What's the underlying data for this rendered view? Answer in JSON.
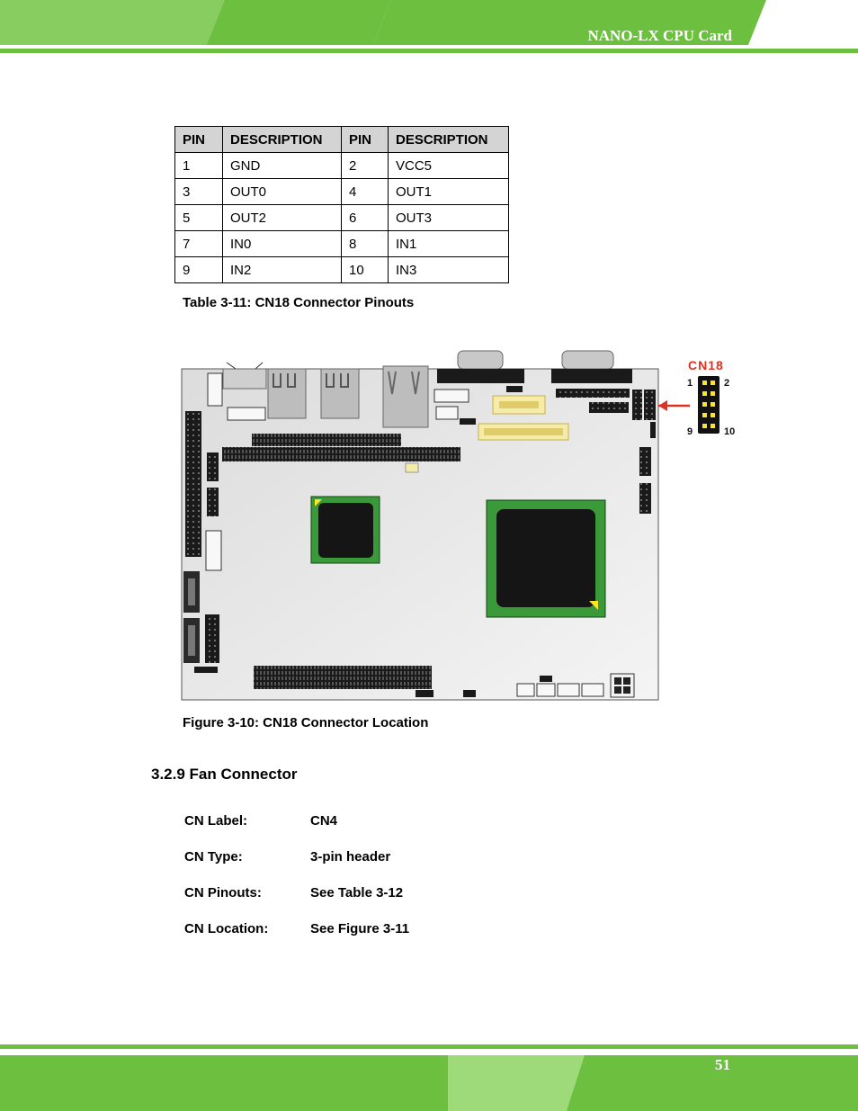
{
  "header": {
    "title": "NANO-LX CPU Card"
  },
  "pin_table": {
    "headers": [
      "PIN",
      "DESCRIPTION",
      "PIN",
      "DESCRIPTION"
    ],
    "rows": [
      [
        "1",
        "GND",
        "2",
        "VCC5"
      ],
      [
        "3",
        "OUT0",
        "4",
        "OUT1"
      ],
      [
        "5",
        "OUT2",
        "6",
        "OUT3"
      ],
      [
        "7",
        "IN0",
        "8",
        "IN1"
      ],
      [
        "9",
        "IN2",
        "10",
        "IN3"
      ]
    ],
    "caption": "Table 3-11: CN18 Connector Pinouts"
  },
  "figure": {
    "callout_label": "CN18",
    "pin_labels": {
      "top_left": "1",
      "top_right": "2",
      "bottom_left": "9",
      "bottom_right": "10"
    },
    "caption": "Figure 3-10: CN18 Connector Location"
  },
  "section": {
    "heading": "3.2.9 Fan Connector"
  },
  "connector_info": [
    {
      "label": "CN Label:",
      "value": "CN4"
    },
    {
      "label": "CN Type:",
      "value": "3-pin header"
    },
    {
      "label": "CN Pinouts:",
      "value": "See Table 3-12"
    },
    {
      "label": "CN Location:",
      "value": "See Figure 3-11"
    }
  ],
  "footer": {
    "page_number": "51"
  },
  "colors": {
    "brand_green": "#6dbf3f",
    "light_green": "#9ed97a",
    "accent_red": "#e03020"
  }
}
